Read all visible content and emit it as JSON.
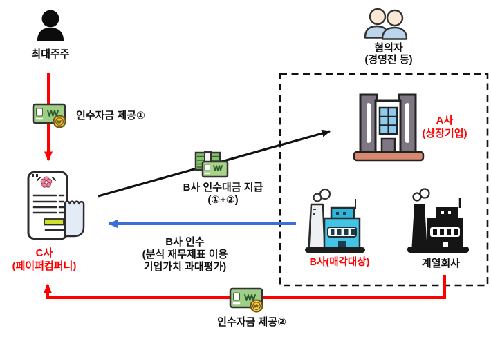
{
  "diagram": {
    "actors": {
      "shareholder": {
        "label": "최대주주"
      },
      "suspects": {
        "line1": "혐의자",
        "line2": "(경영진 등)"
      },
      "company_a": {
        "line1": "A사",
        "line2": "(상장기업)"
      },
      "company_b": {
        "label": "B사(매각대상)"
      },
      "affiliate": {
        "label": "계열회사"
      },
      "company_c": {
        "line1": "C사",
        "line2": "(페이퍼컴퍼니)"
      }
    },
    "flows": {
      "fund1": {
        "label": "인수자금 제공①"
      },
      "payment": {
        "line1": "B사 인수대금 지급",
        "line2": "(①+②)"
      },
      "acquisition": {
        "line1": "B사 인수",
        "line2": "(분식 재무제표 이용",
        "line3": "기업가치 과대평가)"
      },
      "fund2": {
        "label": "인수자금 제공②"
      }
    },
    "colors": {
      "highlight_red": "#FF0000",
      "arrow_blue": "#3E6DD8",
      "arrow_black": "#111111",
      "money_green": "#9FCE87",
      "coin_gold": "#F4CC3F"
    }
  }
}
